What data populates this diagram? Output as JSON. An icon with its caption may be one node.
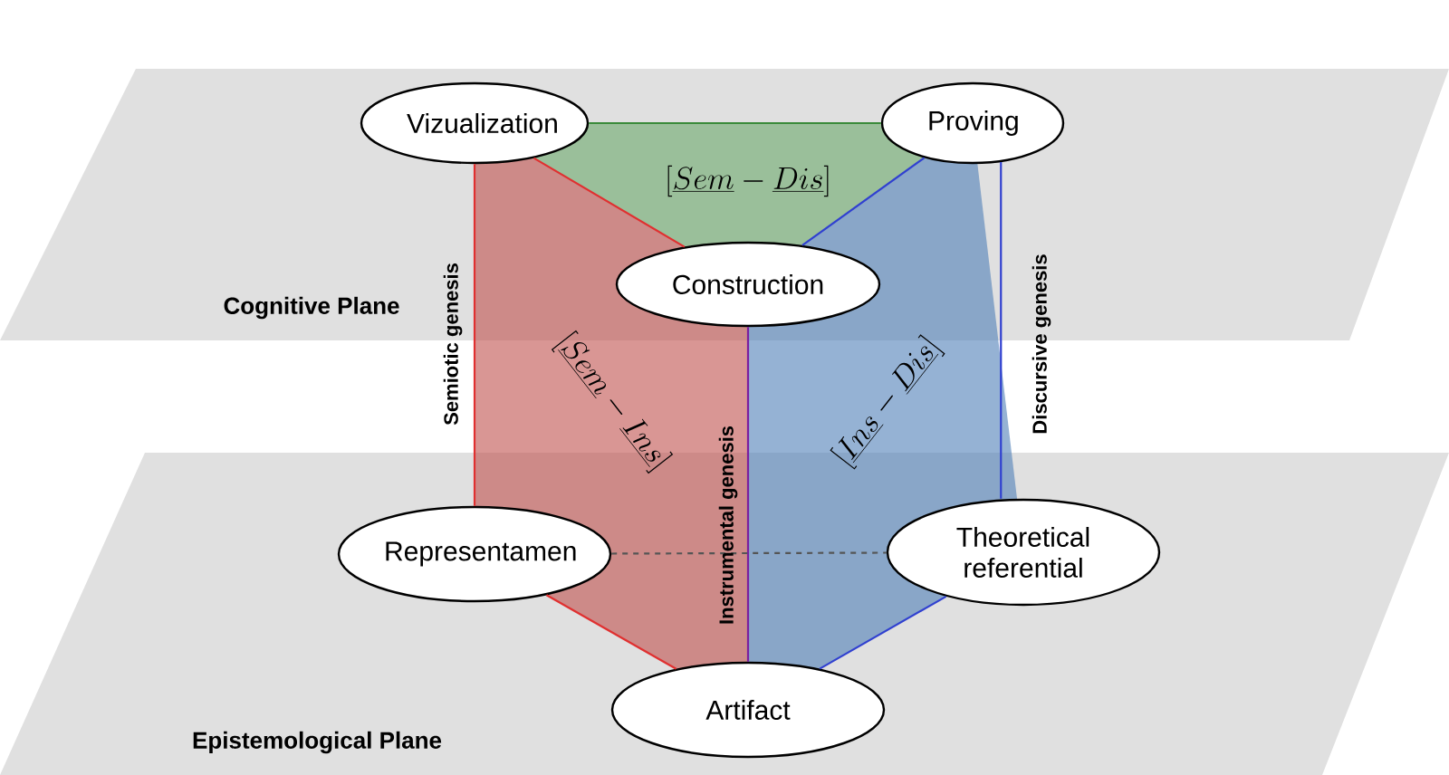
{
  "diagram": {
    "nodes": [
      {
        "text": [
          "Cognitive Plane"
        ]
      },
      {
        "text": [
          "Epistemological Plane"
        ]
      },
      {
        "text": [
          "Vizualization"
        ],
        "in": 0
      },
      {
        "text": [
          "Proving"
        ],
        "in": 0
      },
      {
        "text": [
          "Construction"
        ],
        "in": 0
      },
      {
        "text": [
          "Representamen"
        ],
        "in": 1
      },
      {
        "text": [
          "Theoretical referential"
        ],
        "in": 1
      },
      {
        "text": [
          "Artifact"
        ],
        "in": 1
      }
    ],
    "edges": [
      {
        "from": 2,
        "to": 3,
        "arrow": "none",
        "color": "#3a8a3a"
      },
      {
        "from": 2,
        "to": 4,
        "arrow": "none",
        "color": "#e03030"
      },
      {
        "from": 3,
        "to": 4,
        "arrow": "none",
        "color": "#3040d0"
      },
      {
        "from": 2,
        "to": 5,
        "arrow": "none",
        "color": "#e03030",
        "label": "Semiotic genesis"
      },
      {
        "from": 4,
        "to": 7,
        "arrow": "none",
        "color": "#7a1fa0",
        "label": "Instrumental genesis"
      },
      {
        "from": 3,
        "to": 6,
        "arrow": "none",
        "color": "#3040d0",
        "label": "Discursive genesis"
      },
      {
        "from": 5,
        "to": 6,
        "arrow": "none",
        "style": "dashed",
        "color": "#555555"
      },
      {
        "from": 5,
        "to": 7,
        "arrow": "none",
        "color": "#e03030"
      },
      {
        "from": 6,
        "to": 7,
        "arrow": "none",
        "color": "#3040d0"
      }
    ],
    "labels": [
      "[\\underline{Sem}-\\underline{Dis}]",
      "[\\underline{Sem}-\\underline{Ins}]",
      "[\\underline{Ins}-\\underline{Dis}]"
    ]
  }
}
